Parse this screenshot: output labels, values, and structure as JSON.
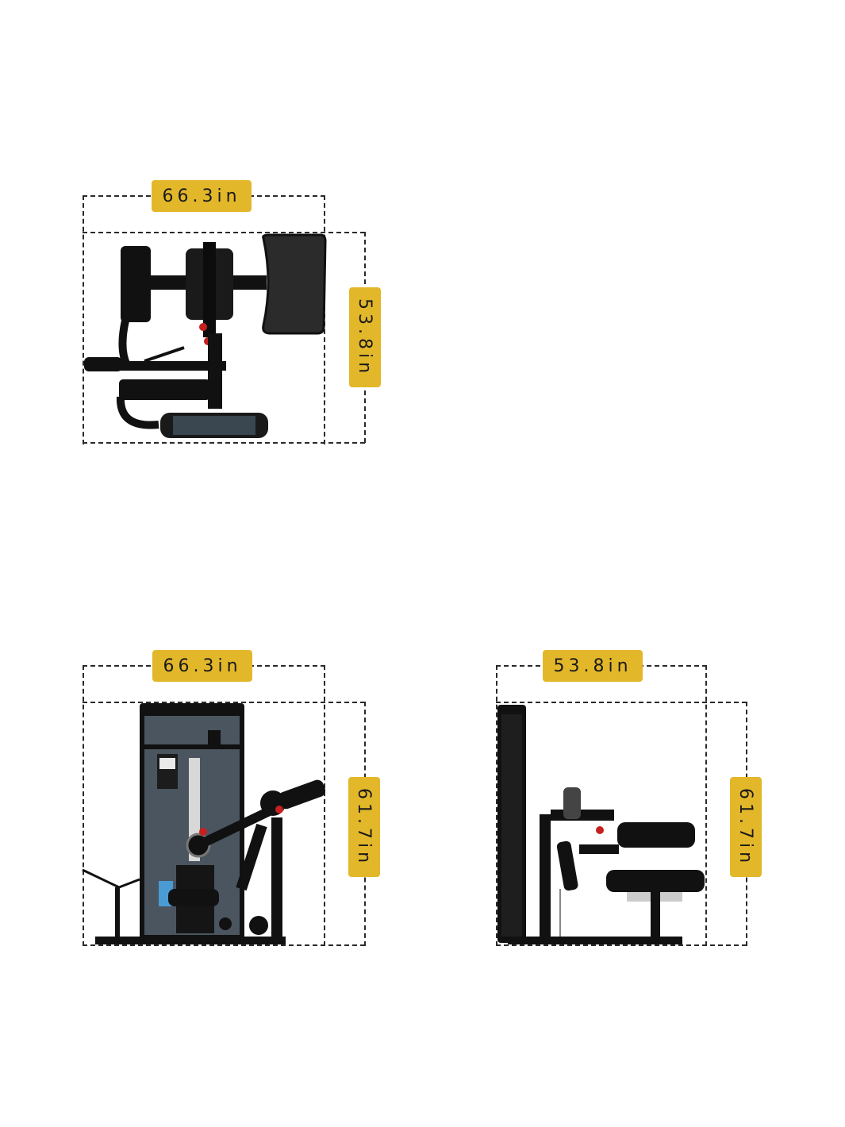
{
  "colors": {
    "accent": "#e3b72a",
    "frame": "#111111",
    "panel": "#4a5560",
    "line": "#2a2a2a"
  },
  "views": {
    "top": {
      "width_label": "66.3in",
      "depth_label": "53.8in"
    },
    "front": {
      "width_label": "66.3in",
      "height_label": "61.7in"
    },
    "side": {
      "width_label": "53.8in",
      "height_label": "61.7in"
    }
  }
}
